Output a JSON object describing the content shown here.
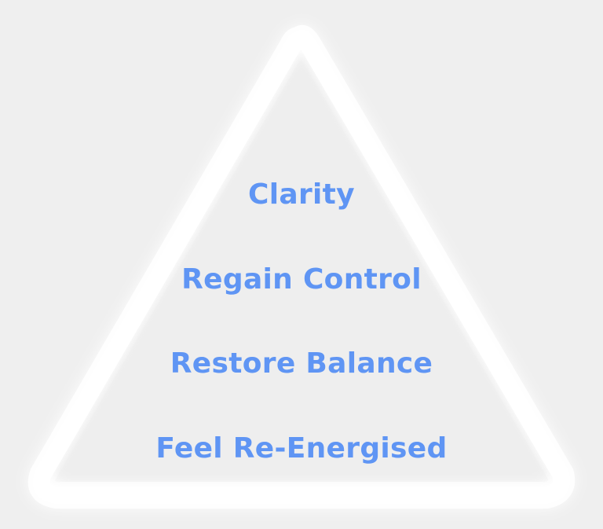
{
  "diagram": {
    "shape": "triangle",
    "levels": [
      {
        "label": "Clarity"
      },
      {
        "label": "Regain Control"
      },
      {
        "label": "Restore Balance"
      },
      {
        "label": "Feel Re-Energised"
      }
    ]
  },
  "colors": {
    "background": "#efefef",
    "outline": "#ffffff",
    "inner_fill": "#eeeeee",
    "text": "#5f95f4"
  }
}
